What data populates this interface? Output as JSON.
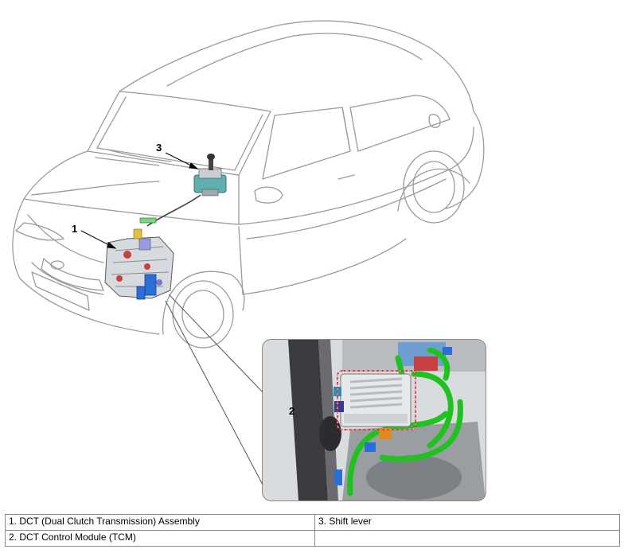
{
  "callouts": {
    "c1": "1",
    "c2": "2",
    "c3": "3"
  },
  "legend": {
    "rows": [
      {
        "left": "1. DCT (Dual Clutch Transmission) Assembly",
        "right": "3. Shift lever"
      },
      {
        "left": "2. DCT Control Module (TCM)",
        "right": ""
      }
    ]
  },
  "colors": {
    "harness": "#1fc21f",
    "seal": "#d8343a",
    "connector": "#2b6fd6",
    "bracket": "#e08a1e"
  }
}
